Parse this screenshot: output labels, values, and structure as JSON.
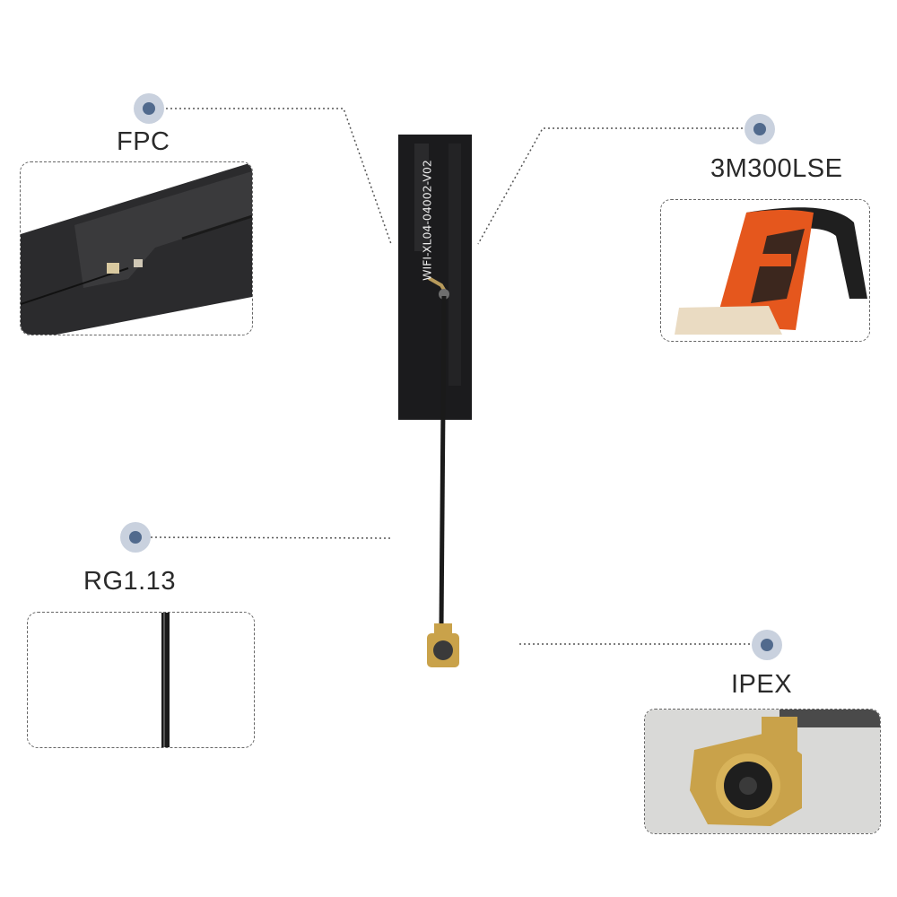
{
  "callouts": {
    "fpc": {
      "label": "FPC"
    },
    "adhesive": {
      "label": "3M300LSE"
    },
    "cable": {
      "label": "RG1.13"
    },
    "connector": {
      "label": "IPEX"
    }
  },
  "antenna": {
    "print_text": "WIFI-XL04-04002-V02"
  },
  "colors": {
    "dot_outer": "#c9d1de",
    "dot_inner": "#516a8d",
    "antenna_body": "#1b1b1d",
    "adhesive_orange": "#e5571d",
    "connector_gold": "#c9a24a"
  }
}
